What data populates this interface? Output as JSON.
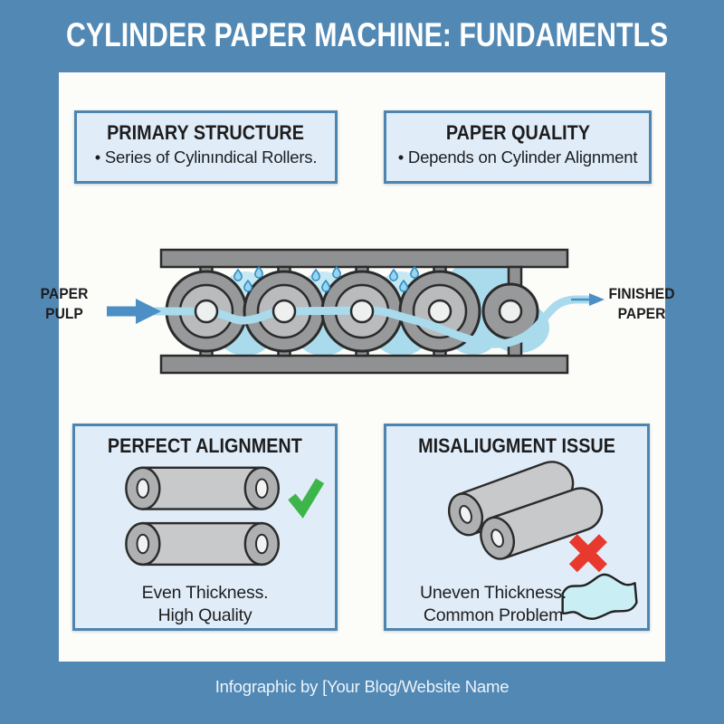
{
  "title": "CYLINDER PAPER MACHINE: FUNDAMENTLS",
  "info_boxes": {
    "primary_structure": {
      "title": "PRIMARY STRUCTURE",
      "bullet": "•  Series of Cylinındical Rollers."
    },
    "paper_quality": {
      "title": "PAPER QUALITY",
      "bullet": "•  Depends on Cylinder Alignment"
    }
  },
  "diagram": {
    "input_label": "PAPER\nPULP",
    "output_label": "FINISHED\nPAPER"
  },
  "comparison_boxes": {
    "perfect": {
      "title": "PERFECT ALIGNMENT",
      "caption": "Even Thickness.\nHigh Quality"
    },
    "misaligned": {
      "title": "MISALIUGMENT ISSUE",
      "caption": "Uneven Thickness.\nCommon Problem"
    }
  },
  "footer": {
    "credit": "Infographic by [Your Blog/Website Name"
  },
  "colors": {
    "background_blue": "#5288b4",
    "panel_white": "#fcfcf9",
    "box_fill": "#e0edf8",
    "box_border": "#4e85b0",
    "ink": "#1d1d1f",
    "water": "#a9dbec",
    "droplet": "#9ad4ee",
    "arrow_blue": "#4b8fc4",
    "check_green": "#3db54a",
    "cross_red": "#e8392f",
    "paper_cyan": "#c9eef4"
  }
}
